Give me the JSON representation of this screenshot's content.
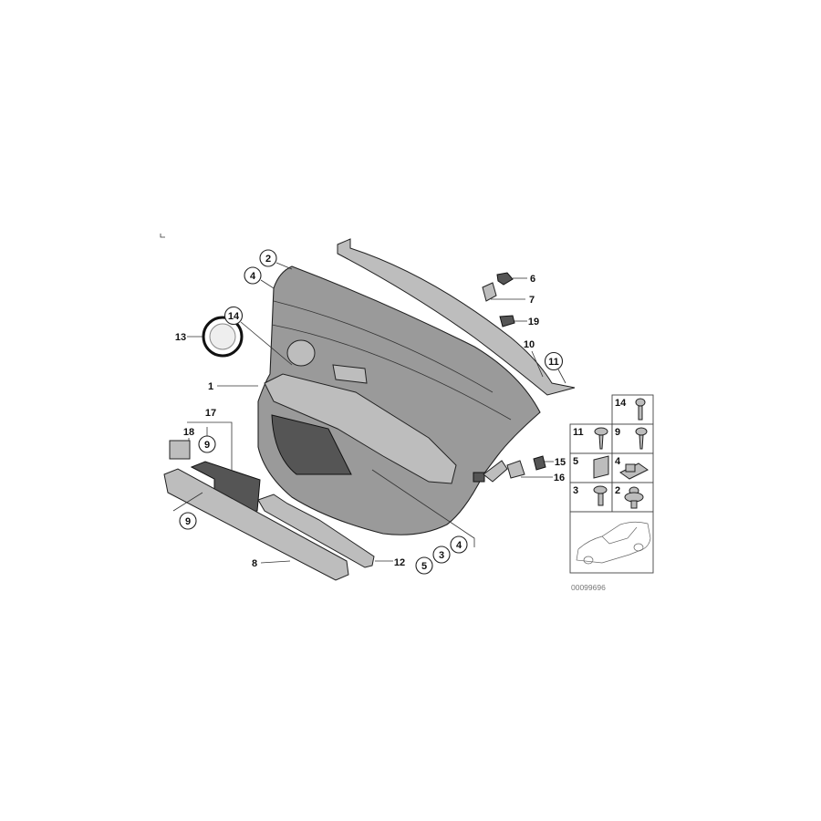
{
  "diagram": {
    "callouts": {
      "c1": "1",
      "c2": "2",
      "c4a": "4",
      "c14": "14",
      "c13": "13",
      "c17": "17",
      "c18": "18",
      "c9a": "9",
      "c9b": "9",
      "c8": "8",
      "c12": "12",
      "c5": "5",
      "c3": "3",
      "c4b": "4",
      "c6": "6",
      "c7": "7",
      "c19": "19",
      "c10": "10",
      "c11": "11",
      "c15": "15",
      "c16": "16"
    },
    "fastener_table": {
      "cells": [
        "14",
        "11",
        "9",
        "5",
        "4",
        "3",
        "2"
      ]
    },
    "image_code": "00099696"
  }
}
